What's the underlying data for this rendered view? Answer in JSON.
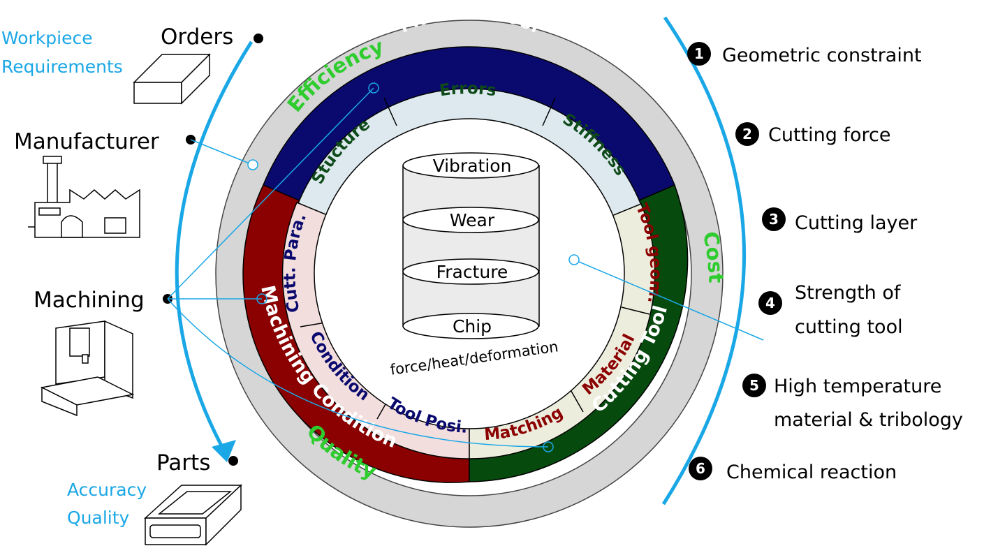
{
  "process_flow": {
    "orders": "Orders",
    "manufacturer": "Manufacturer",
    "machining": "Machining",
    "parts": "Parts"
  },
  "annotations": {
    "workpiece_line1": "Workpiece",
    "workpiece_line2": "Requirements",
    "accuracy": "Accuracy",
    "quality": "Quality"
  },
  "metrics": {
    "efficiency": "Efficiency",
    "cost": "Cost",
    "quality": "Quality"
  },
  "ring_outer": {
    "machine_tool": "Machine Tool",
    "machining_condition": "Machining Condition",
    "cutting_tool": "Cutting Tool"
  },
  "ring_inner": {
    "errors": "Errors",
    "stiffness": "Stiffness",
    "structure": "Stucture",
    "tool_geom": "Tool geom.",
    "material": "Material",
    "matching": "Matching",
    "tool_posi": "Tool Posi.",
    "condition": "Condition",
    "cutt_para": "Cutt. Para."
  },
  "cylinder": {
    "layers": [
      "Vibration",
      "Wear",
      "Fracture",
      "Chip"
    ],
    "caption": "force/heat/deformation"
  },
  "factors": [
    {
      "num": "1",
      "lines": [
        "Geometric constraint"
      ]
    },
    {
      "num": "2",
      "lines": [
        "Cutting force"
      ]
    },
    {
      "num": "3",
      "lines": [
        "Cutting layer"
      ]
    },
    {
      "num": "4",
      "lines": [
        "Strength of",
        "cutting tool"
      ]
    },
    {
      "num": "5",
      "lines": [
        "High temperature",
        "material & tribology"
      ]
    },
    {
      "num": "6",
      "lines": [
        "Chemical reaction"
      ]
    }
  ],
  "colors": {
    "cyan": "#1aa7e6",
    "machine_tool": "#0a0a6e",
    "machining_condition": "#8b0000",
    "cutting_tool": "#064a0e",
    "metric_green": "#2ecc2e",
    "outer_ring": "#d6d6d6"
  }
}
